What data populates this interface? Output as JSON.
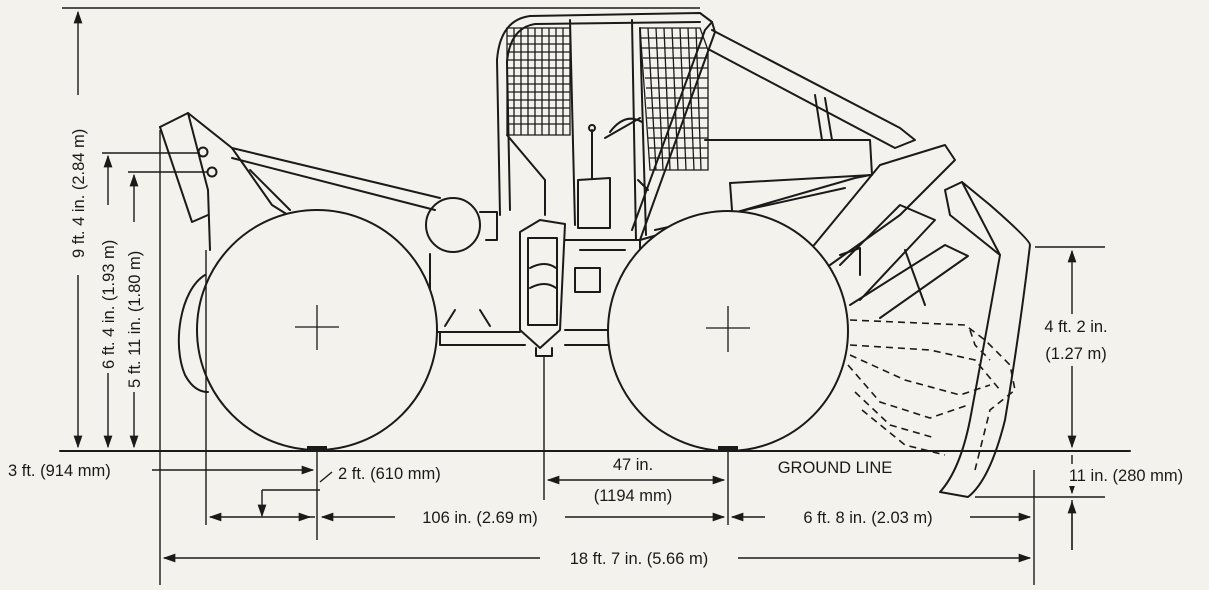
{
  "dimensions": {
    "overall_height": "9 ft. 4 in. (2.84 m)",
    "hitch_height_upper": "6 ft. 4 in. (1.93 m)",
    "hitch_height_lower": "5 ft. 11 in. (1.80 m)",
    "rear_overhang": "3 ft. (914 mm)",
    "hitch_offset": "2 ft. (610 mm)",
    "wheelbase": "106 in. (2.69 m)",
    "center_to_axle": "47 in.",
    "center_to_axle_metric": "(1194 mm)",
    "front_to_blade": "6 ft. 8 in. (2.03 m)",
    "overall_length": "18 ft. 7 in. (5.66 m)",
    "blade_height": "4 ft. 2 in.",
    "blade_height_metric": "(1.27 m)",
    "blade_drop": "11 in. (280 mm)"
  },
  "labels": {
    "ground_line": "GROUND LINE"
  },
  "colors": {
    "paper": "#f4f2ec",
    "ink": "#1a1a1a"
  }
}
